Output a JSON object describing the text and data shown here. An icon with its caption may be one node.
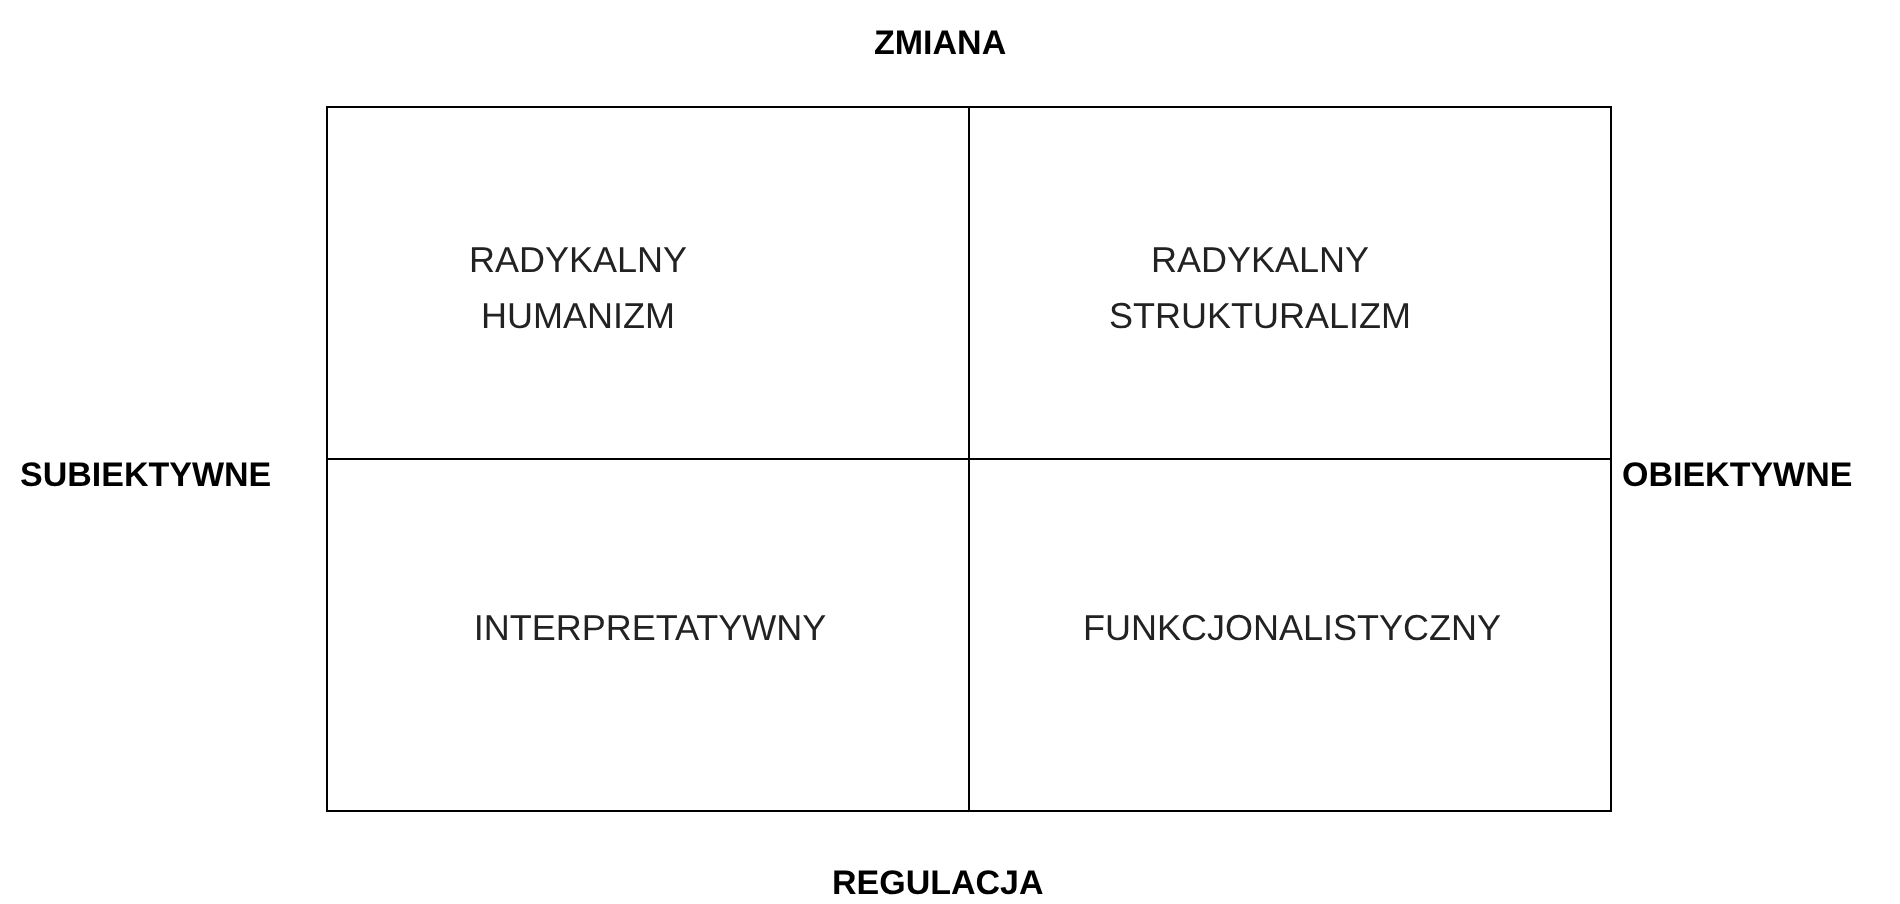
{
  "diagram": {
    "nodes": [
      {
        "text": [
          "RADYKALNY HUMANIZM"
        ]
      },
      {
        "text": [
          "RADYKALNY STRUKTURALIZM"
        ]
      },
      {
        "text": [
          "INTERPRETATYWNY"
        ]
      },
      {
        "text": [
          "FUNKCJONALISTYCZNY"
        ]
      }
    ],
    "labels": [
      "ZMIANA",
      "SUBIEKTYWNE",
      "OBIEKTYWNE",
      "REGULACJA"
    ]
  }
}
